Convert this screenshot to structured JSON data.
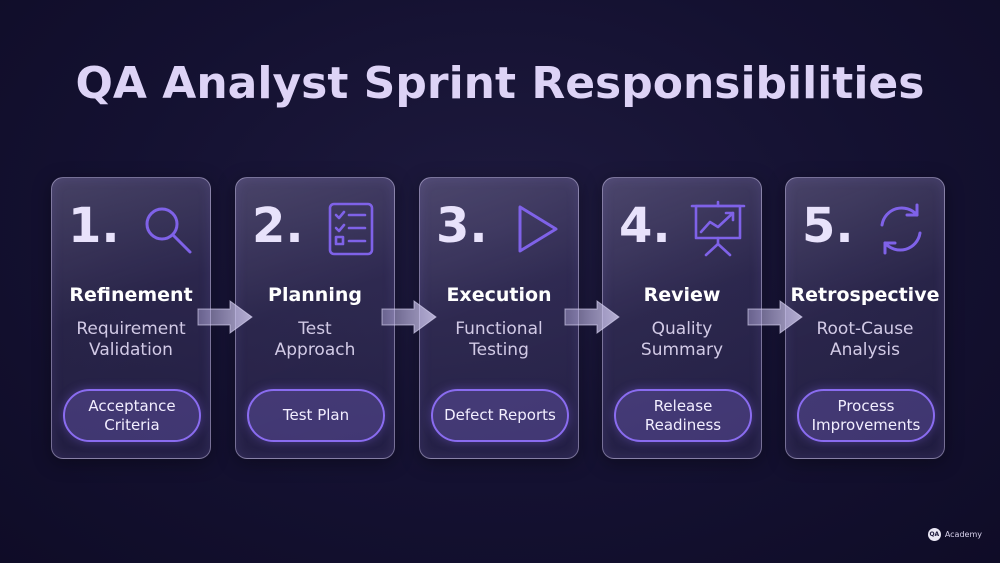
{
  "title": "QA Analyst Sprint Responsibilities",
  "colors": {
    "background": "#141131",
    "accent": "#8a6cf0",
    "title": "#ddd3f6"
  },
  "steps": [
    {
      "number": "1.",
      "icon": "magnifier-icon",
      "phase": "Refinement",
      "desc": [
        "Requirement",
        "Validation"
      ],
      "deliverable": [
        "Acceptance",
        "Criteria"
      ]
    },
    {
      "number": "2.",
      "icon": "checklist-icon",
      "phase": "Planning",
      "desc": [
        "Test",
        "Approach"
      ],
      "deliverable": [
        "Test Plan",
        ""
      ]
    },
    {
      "number": "3.",
      "icon": "play-icon",
      "phase": "Execution",
      "desc": [
        "Functional",
        "Testing"
      ],
      "deliverable": [
        "Defect Reports",
        ""
      ]
    },
    {
      "number": "4.",
      "icon": "presentation-chart-icon",
      "phase": "Review",
      "desc": [
        "Quality",
        "Summary"
      ],
      "deliverable": [
        "Release",
        "Readiness"
      ]
    },
    {
      "number": "5.",
      "icon": "refresh-cycle-icon",
      "phase": "Retrospective",
      "desc": [
        "Root-Cause",
        "Analysis"
      ],
      "deliverable": [
        "Process",
        "Improvements"
      ]
    }
  ],
  "brand": {
    "logo_text": "QA",
    "name": "Academy"
  }
}
